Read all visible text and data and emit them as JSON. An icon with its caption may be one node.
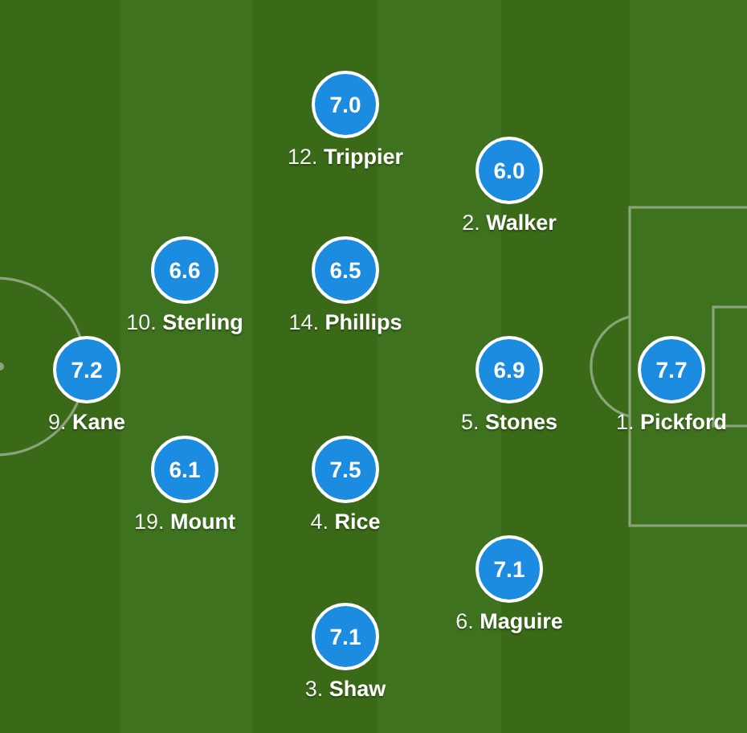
{
  "diagram": {
    "nodes": [
      {
        "text": [
          "7.0"
        ],
        "beside": [
          "12. **Trippier**"
        ]
      },
      {
        "text": [
          "6.0"
        ],
        "beside": [
          "2. **Walker**"
        ]
      },
      {
        "text": [
          "6.6"
        ],
        "beside": [
          "10. **Sterling**"
        ]
      },
      {
        "text": [
          "6.5"
        ],
        "beside": [
          "14. **Phillips**"
        ]
      },
      {
        "text": [
          "7.2"
        ],
        "beside": [
          "9. **Kane**"
        ]
      },
      {
        "text": [
          "6.9"
        ],
        "beside": [
          "5. **Stones**"
        ]
      },
      {
        "text": [
          "7.7"
        ],
        "beside": [
          "1. **Pickford**"
        ]
      },
      {
        "text": [
          "6.1"
        ],
        "beside": [
          "19. **Mount**"
        ]
      },
      {
        "text": [
          "7.5"
        ],
        "beside": [
          "4. **Rice**"
        ]
      },
      {
        "text": [
          "7.1"
        ],
        "beside": [
          "6. **Maguire**"
        ]
      },
      {
        "text": [
          "7.1"
        ],
        "beside": [
          "3. **Shaw**"
        ]
      }
    ],
    "edges": []
  }
}
